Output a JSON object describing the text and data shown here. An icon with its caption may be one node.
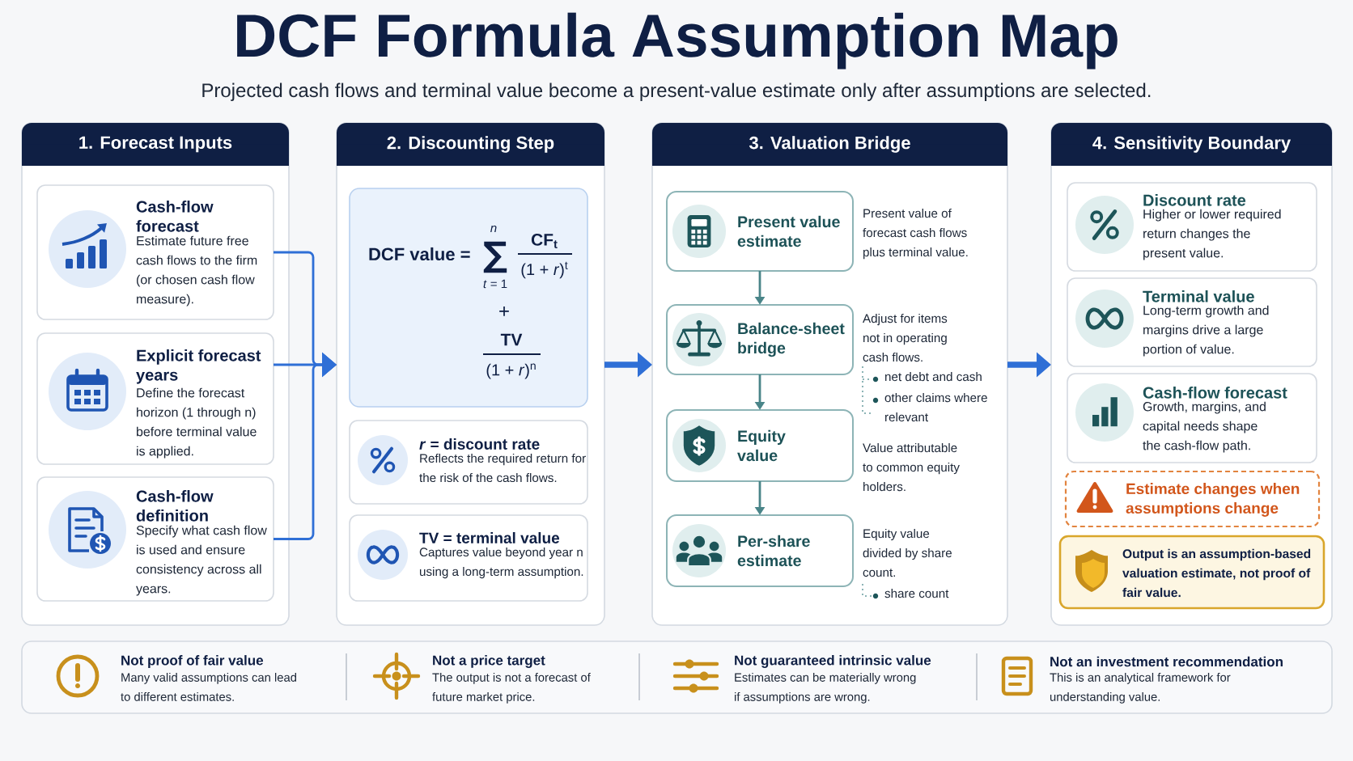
{
  "diagram": {
    "title": "DCF Formula Assumption Map",
    "caption": "Projected cash flows and terminal value become a present-value estimate only after assumptions are selected.",
    "nodes": [
      {
        "text": [
          "1. Forecast Inputs"
        ]
      },
      {
        "text": [
          "Cash-flow forecast",
          "Estimate future free cash flows to the firm (or chosen cash flow measure)."
        ],
        "in": 0
      },
      {
        "text": [
          "Explicit forecast years",
          "Define the forecast horizon (1 through n) before terminal value is applied."
        ],
        "in": 0
      },
      {
        "text": [
          "Cash-flow definition",
          "Specify what cash flow is used and ensure consistency across all years."
        ],
        "in": 0
      },
      {
        "text": [
          "2. Discounting Step"
        ]
      },
      {
        "text": [
          "DCF value =",
          "n",
          "∑",
          "*t* = 1",
          "CF$_{t}$",
          "(1 + *r*)$^{t}$",
          "+",
          "TV",
          "(1 + *r*)$^{n}$"
        ],
        "in": 4
      },
      {
        "text": [
          "*r* = discount rate",
          "Reflects the required return for the risk of the cash flows."
        ],
        "in": 4
      },
      {
        "text": [
          "TV = terminal value",
          "Captures value beyond year n using a long-term assumption."
        ],
        "in": 4
      },
      {
        "text": [
          "3. Valuation Bridge"
        ]
      },
      {
        "text": [
          "Present value estimate"
        ],
        "in": 8,
        "beside": [
          "Present value of forecast cash flows plus terminal value."
        ]
      },
      {
        "text": [
          "Balance-sheet bridge"
        ],
        "in": 8,
        "beside": [
          "Adjust for items not in operating cash flows.",
          "net debt and cash",
          "other claims where relevant"
        ]
      },
      {
        "text": [
          "Equity value"
        ],
        "in": 8,
        "beside": [
          "Value attributable to common equity holders."
        ]
      },
      {
        "text": [
          "Per-share estimate"
        ],
        "in": 8,
        "beside": [
          "Equity value divided by share count.",
          "share count"
        ]
      },
      {
        "text": [
          "4. Sensitivity Boundary"
        ]
      },
      {
        "text": [
          "Discount rate",
          "Higher or lower required return changes the present value."
        ],
        "in": 13
      },
      {
        "text": [
          "Terminal value",
          "Long-term growth and margins drive a large portion of value."
        ],
        "in": 13
      },
      {
        "text": [
          "Cash-flow forecast",
          "Growth, margins, and capital needs shape the cash-flow path."
        ],
        "in": 13
      },
      {
        "text": [
          "Estimate changes when assumptions change"
        ],
        "in": 13
      },
      {
        "text": [
          "Output is an assumption-based valuation estimate, not proof of fair value."
        ],
        "in": 13
      },
      {
        "text": [
          "Not proof of fair value",
          "Many valid assumptions can lead to different estimates.",
          "Not a price target",
          "The output is not a forecast of future market price.",
          "Not guaranteed intrinsic value",
          "Estimates can be materially wrong if assumptions are wrong.",
          "Not an investment recommendation",
          "This is an analytical framework for understanding value."
        ]
      }
    ],
    "edges": [
      {
        "from": 1,
        "to": 4,
        "arrow": "to"
      },
      {
        "from": 2,
        "to": 4,
        "arrow": "to"
      },
      {
        "from": 3,
        "to": 4,
        "arrow": "to"
      },
      {
        "from": 4,
        "to": 8,
        "arrow": "to",
        "style": "thick"
      },
      {
        "from": 8,
        "to": 13,
        "arrow": "to",
        "style": "thick"
      },
      {
        "from": 9,
        "to": 10,
        "arrow": "to",
        "color": "#4a8589"
      },
      {
        "from": 10,
        "to": 11,
        "arrow": "to",
        "color": "#4a8589"
      },
      {
        "from": 11,
        "to": 12,
        "arrow": "to",
        "color": "#4a8589"
      }
    ]
  }
}
